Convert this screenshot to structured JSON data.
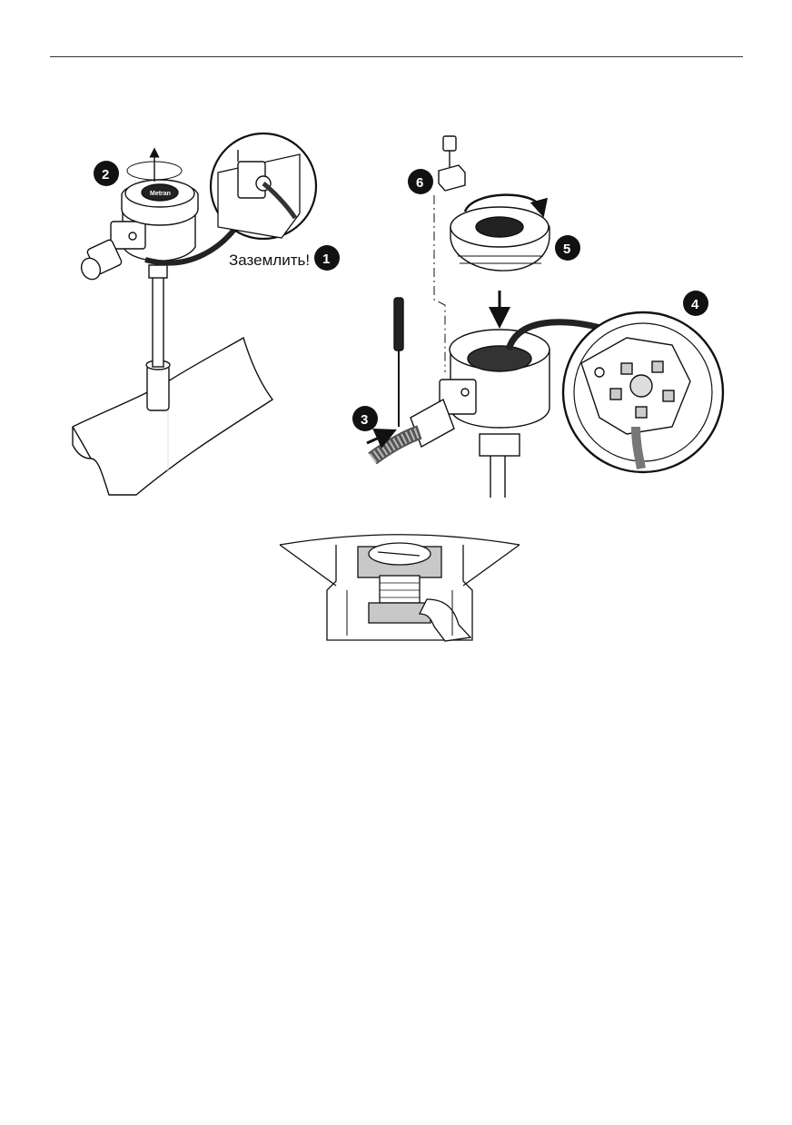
{
  "header": {
    "rule_color": "#333333"
  },
  "figure": {
    "colors": {
      "ink": "#111111",
      "badge": "#111111",
      "pipe": "#ffffff",
      "shade": "#c8c8c8"
    },
    "left_scene": {
      "ground_label": "Заземлить!",
      "ground_step": "1",
      "cover_step": "2"
    },
    "right_scene": {
      "entry_step": "3",
      "terminal_step": "4",
      "cover_step": "5",
      "clamp_step": "6",
      "cover_brand": "Metran"
    },
    "detail_view": {}
  }
}
